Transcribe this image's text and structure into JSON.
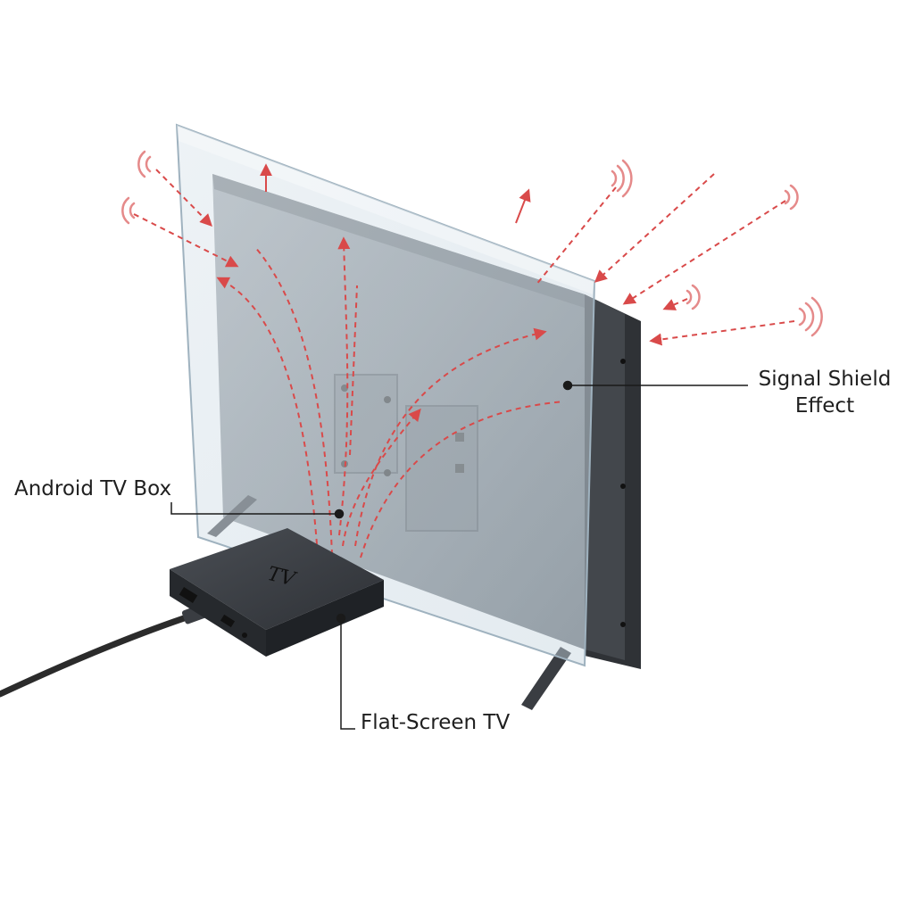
{
  "labels": {
    "signal_shield_line1": "Signal Shield",
    "signal_shield_line2": "Effect",
    "android_tv_box": "Android TV Box",
    "flat_screen_tv": "Flat-Screen TV"
  },
  "device": {
    "box_logo": "TV"
  },
  "colors": {
    "signal_arrow": "#d94a4a",
    "shield_glass": "#b9cad6",
    "tv_frame": "#2f3236",
    "tv_back": "#8a9096",
    "box_body": "#3a3d42",
    "cable": "#2b2b2b",
    "leader_line": "#1a1a1a"
  }
}
